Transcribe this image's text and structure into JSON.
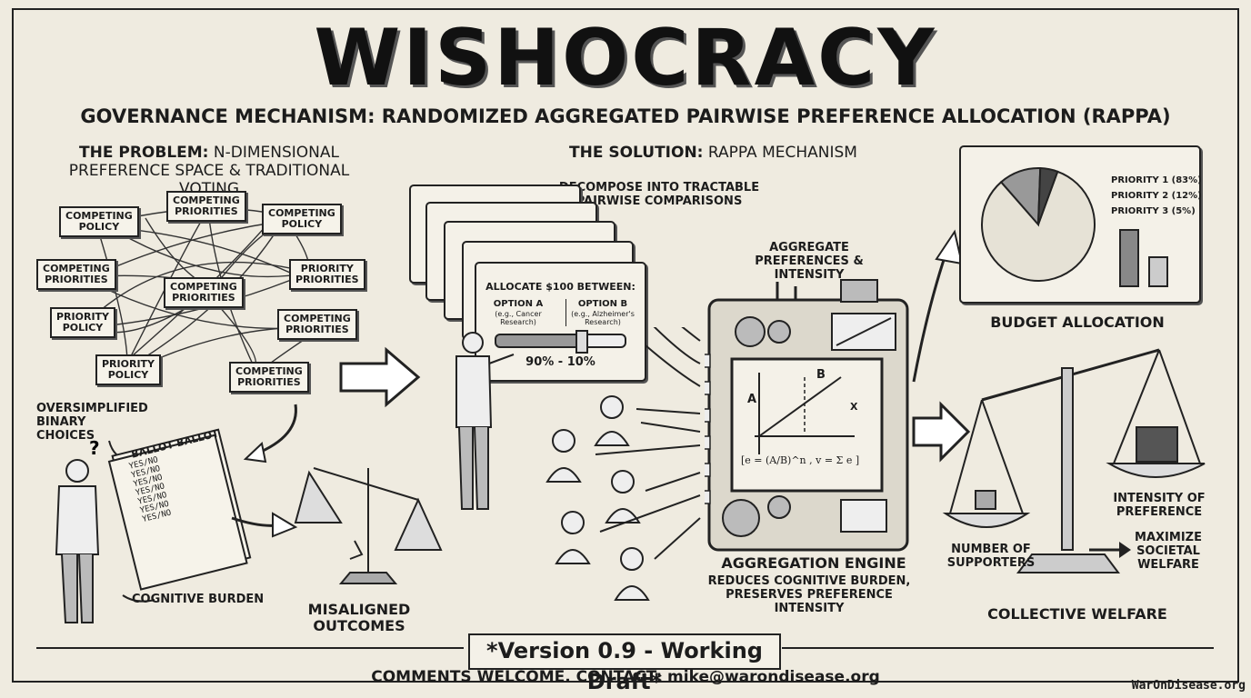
{
  "title": "WISHOCRACY",
  "subtitle": "GOVERNANCE MECHANISM: RANDOMIZED AGGREGATED PAIRWISE PREFERENCE ALLOCATION (RAPPA)",
  "problem": {
    "header_bold": "THE PROBLEM:",
    "header_rest_1": "N-DIMENSIONAL",
    "header_rest_2": "PREFERENCE SPACE & TRADITIONAL VOTING",
    "nodes": [
      {
        "line1": "COMPETING",
        "line2": "POLICY"
      },
      {
        "line1": "COMPETING",
        "line2": "PRIORITIES"
      },
      {
        "line1": "COMPETING",
        "line2": "POLICY"
      },
      {
        "line1": "COMPETING",
        "line2": "PRIORITIES"
      },
      {
        "line1": "PRIORITY",
        "line2": "PRIORITIES"
      },
      {
        "line1": "COMPETING",
        "line2": "PRIORITIES"
      },
      {
        "line1": "PRIORITY",
        "line2": "POLICY"
      },
      {
        "line1": "COMPETING",
        "line2": "PRIORITIES"
      },
      {
        "line1": "PRIORITY",
        "line2": "POLICY"
      },
      {
        "line1": "COMPETING",
        "line2": "PRIORITIES"
      }
    ],
    "oversimplified_1": "OVERSIMPLIFIED",
    "oversimplified_2": "BINARY CHOICES",
    "ballot_title": "BALLOT BALLOT",
    "ballot_lines": [
      "YES/NO",
      "YES/NO",
      "YES/NO",
      "YES/NO",
      "YES/NO",
      "YES/NO",
      "YES/NO"
    ],
    "cognitive_burden": "COGNITIVE BURDEN",
    "misaligned_1": "MISALIGNED",
    "misaligned_2": "OUTCOMES"
  },
  "solution": {
    "header_bold": "THE SOLUTION:",
    "header_rest": "RAPPA MECHANISM",
    "decompose_1": "DECOMPOSE INTO TRACTABLE",
    "decompose_2": "PAIRWISE COMPARISONS",
    "allocate_title": "ALLOCATE $100 BETWEEN:",
    "option_a": "OPTION A",
    "option_a_ex": "(e.g., Cancer Research)",
    "option_b": "OPTION B",
    "option_b_ex": "(e.g., Alzheimer's Research)",
    "split": "90% - 10%",
    "aggregate_1": "AGGREGATE",
    "aggregate_2": "PREFERENCES & INTENSITY",
    "engine_title": "AGGREGATION ENGINE",
    "engine_sub_1": "REDUCES COGNITIVE BURDEN,",
    "engine_sub_2": "PRESERVES PREFERENCE INTENSITY",
    "screen_a": "A",
    "screen_b": "B",
    "screen_x": "X",
    "formula": "[e = (A/B)^n , v = Σ e ]"
  },
  "budget": {
    "title": "BUDGET ALLOCATION",
    "legend": [
      {
        "label": "PRIORITY 1 (83%)",
        "value": 83
      },
      {
        "label": "PRIORITY 2 (12%)",
        "value": 12
      },
      {
        "label": "PRIORITY 3 (5%)",
        "value": 5
      }
    ]
  },
  "welfare": {
    "intensity_1": "INTENSITY OF",
    "intensity_2": "PREFERENCE",
    "supporters_1": "NUMBER OF",
    "supporters_2": "SUPPORTERS",
    "maximize_1": "MAXIMIZE",
    "maximize_2": "SOCIETAL",
    "maximize_3": "WELFARE",
    "collective": "COLLECTIVE WELFARE"
  },
  "version": "*Version 0.9 - Working Draft*",
  "footer": "COMMENTS WELCOME. CONTACT: mike@warondisease.org",
  "watermark": "WarOnDisease.org",
  "colors": {
    "paper": "#efebe0",
    "ink": "#1c1c1c"
  }
}
